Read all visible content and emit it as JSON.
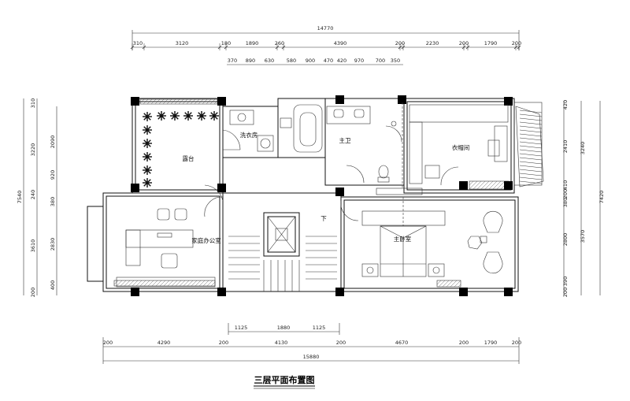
{
  "title": "三层平面布置图",
  "rooms": {
    "laundry": "洗衣房",
    "terrace": "露台",
    "master_bath": "主卫",
    "closet": "衣帽间",
    "home_office": "家庭办公室",
    "master_bedroom": "主卧室",
    "stair_down": "下"
  },
  "dimensions": {
    "top_total": "14770",
    "top_row1": [
      "310",
      "3120",
      "180",
      "1890",
      "260",
      "4390",
      "200",
      "2230",
      "200",
      "1790",
      "200"
    ],
    "top_row2": [
      "370",
      "890",
      "630",
      "580",
      "900",
      "470",
      "420",
      "970",
      "700",
      "350"
    ],
    "bottom_inner": [
      "1125",
      "1880",
      "1125"
    ],
    "bottom_row": [
      "200",
      "4290",
      "200",
      "4130",
      "200",
      "4670",
      "200",
      "1790",
      "200"
    ],
    "bottom_total": "15880",
    "left_outer": [
      "310",
      "3220",
      "240",
      "3610",
      "200"
    ],
    "left_total": "7540",
    "left_inner": [
      "2090",
      "920",
      "380",
      "2830",
      "400"
    ],
    "right_inner": [
      "420",
      "2410",
      "410",
      "200",
      "380",
      "2800",
      "390",
      "200"
    ],
    "right_outer": [
      "3240",
      "3570"
    ],
    "right_total": "7420"
  },
  "icons": {
    "plant": "potted-plant-icon",
    "bathtub": "bathtub-icon",
    "toilet": "toilet-icon",
    "sink": "sink-icon",
    "bed": "bed-icon",
    "chair": "armchair-icon",
    "desk": "desk-icon",
    "elevator": "elevator-icon"
  }
}
